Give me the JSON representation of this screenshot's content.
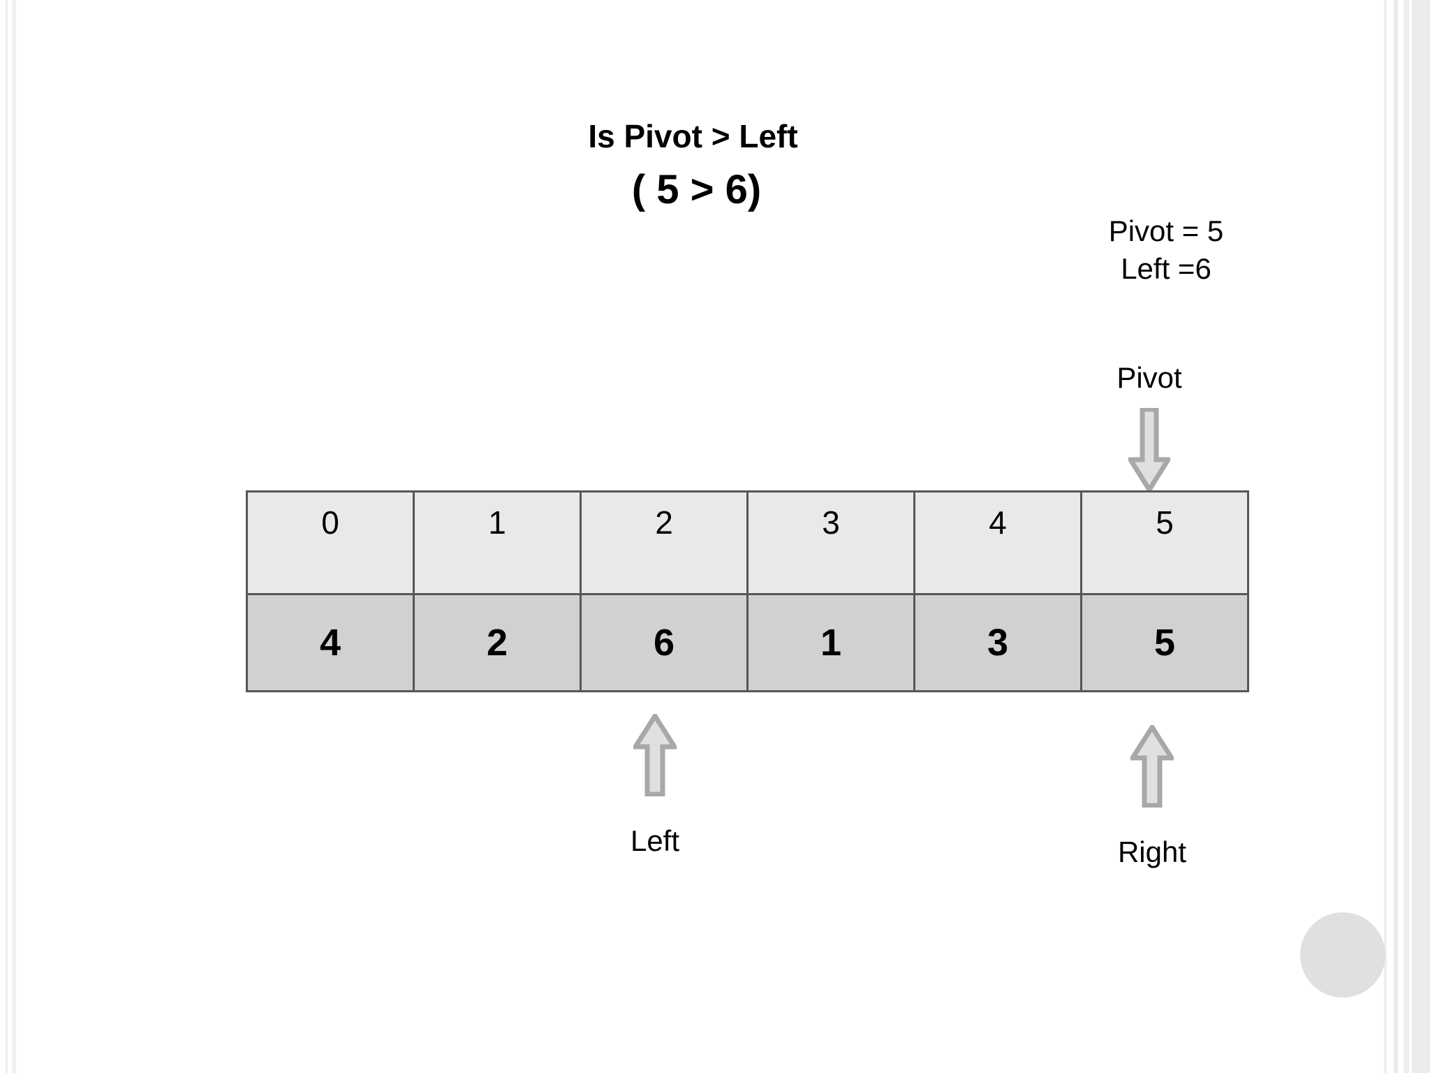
{
  "slide": {
    "headline_line1": "Is Pivot > Left",
    "headline_line2": "( 5 > 6)",
    "readout": {
      "pivot_line": "Pivot = 5",
      "left_line": "Left =6"
    },
    "pivot_marker": {
      "label": "Pivot",
      "icon": "arrow-down-icon"
    },
    "left_marker": {
      "label": "Left",
      "icon": "arrow-up-icon"
    },
    "right_marker": {
      "label": "Right",
      "icon": "arrow-up-icon"
    },
    "decoration": {
      "corner_circle": "circle-shape"
    }
  },
  "array": {
    "indices": [
      "0",
      "1",
      "2",
      "3",
      "4",
      "5"
    ],
    "values": [
      "4",
      "2",
      "6",
      "1",
      "3",
      "5"
    ],
    "pivot_index": "5",
    "left_index": "2",
    "right_index": "5"
  },
  "colors": {
    "index_row_bg": "#e9e9e9",
    "value_row_bg": "#d1d1d1",
    "cell_border": "#565656",
    "arrow_fill": "#e0e0e0",
    "arrow_stroke": "#a8a8a8",
    "text": "#000000",
    "page_bg": "#ffffff",
    "circle_fill": "#e0e0e0"
  }
}
